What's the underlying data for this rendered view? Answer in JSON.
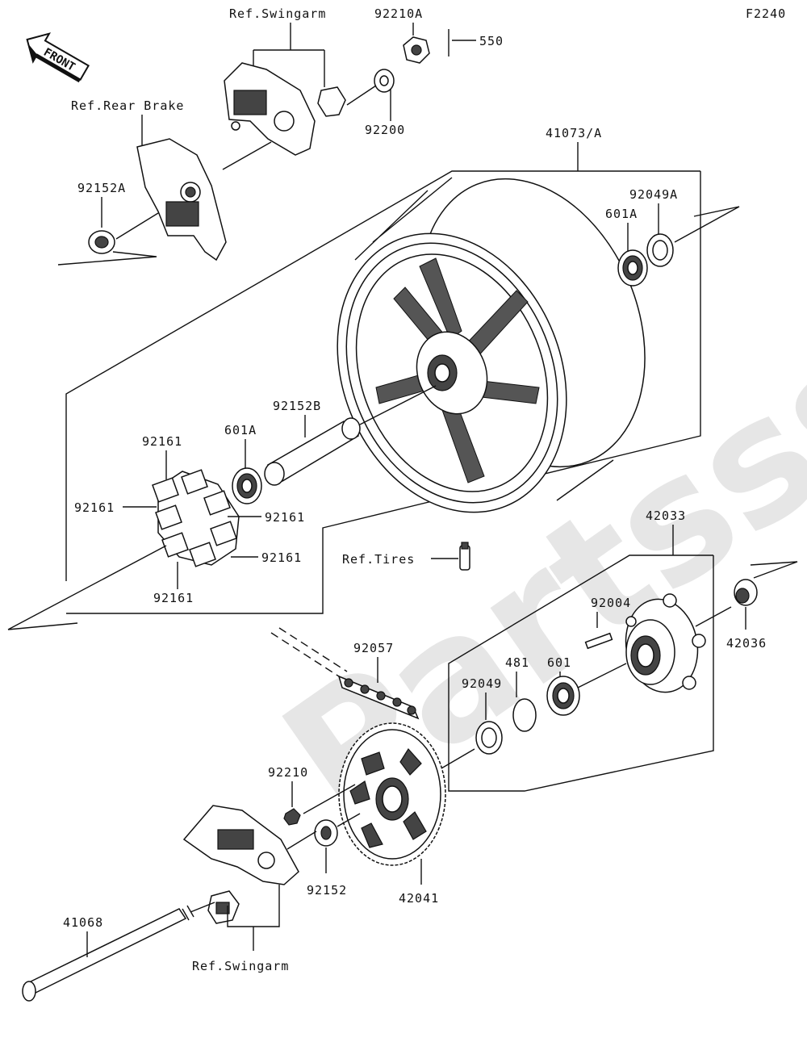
{
  "figure_code": "F2240",
  "front_label": "FRONT",
  "watermark": "Partsss.com",
  "labels": {
    "ref_swingarm_top": "Ref.Swingarm",
    "p92210A": "92210A",
    "p550": "550",
    "ref_rear_brake": "Ref.Rear Brake",
    "p92200": "92200",
    "p41073A": "41073/A",
    "p92152A": "92152A",
    "p92049A": "92049A",
    "p601A_right": "601A",
    "p92152B": "92152B",
    "p601A_left": "601A",
    "p92161_top": "92161",
    "p92161_left": "92161",
    "p92161_right": "92161",
    "p92161_lowright": "92161",
    "p92161_bottom": "92161",
    "p42033": "42033",
    "ref_tires": "Ref.Tires",
    "p92004": "92004",
    "p42036": "42036",
    "p92057": "92057",
    "p481": "481",
    "p601": "601",
    "p92049": "92049",
    "p92210": "92210",
    "p92152": "92152",
    "p42041": "42041",
    "p41068": "41068",
    "ref_swingarm_bottom": "Ref.Swingarm"
  }
}
